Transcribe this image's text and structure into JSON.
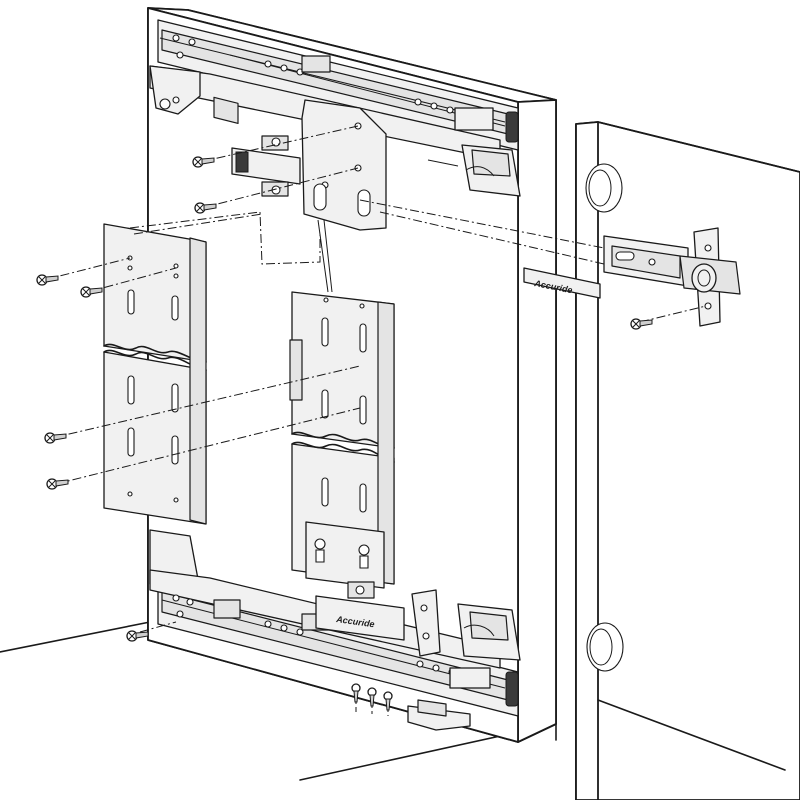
{
  "diagram": {
    "labels": {
      "hinge_brand": "Accuride",
      "door_mount_brand": "Accuride"
    },
    "parts": {
      "cabinet_side": "cabinet-side-panel",
      "cabinet_door_frame": "cabinet-face-frame",
      "left_follower_plate": "left-follower-bracket",
      "center_follower_plate": "center-follower-bracket",
      "top_slide": "upper-pocket-slide",
      "bottom_slide": "lower-pocket-slide",
      "hinge": "concealed-hinge",
      "screws": "mounting-screw"
    }
  }
}
